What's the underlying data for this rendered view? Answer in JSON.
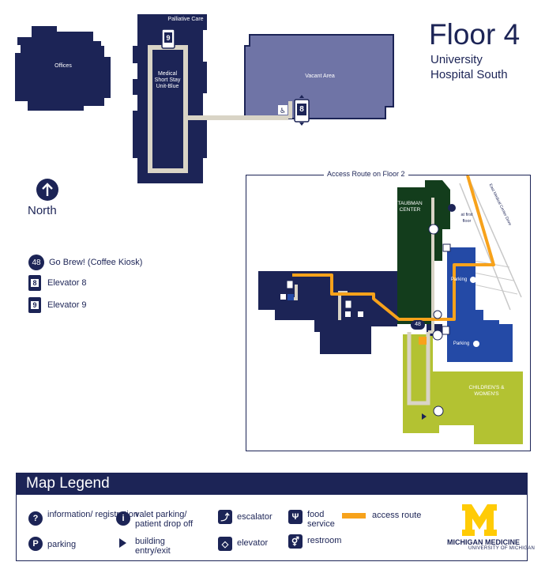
{
  "header": {
    "title": "Floor 4",
    "subtitle_line1": "University",
    "subtitle_line2": "Hospital South"
  },
  "floor_plan": {
    "labels": {
      "offices": "Offices",
      "palliative": "Palliative Care",
      "msu": "Medical Short Stay Unit-Blue",
      "vacant": "Vacant Area",
      "elev9": "9",
      "elev8": "8"
    }
  },
  "north": {
    "label": "North"
  },
  "key": {
    "coffee_number": "48",
    "coffee_label": "Go Brew! (Coffee Kiosk)",
    "elev8_number": "8",
    "elev8_label": "Elevator 8",
    "elev9_number": "9",
    "elev9_label": "Elevator 9"
  },
  "inset": {
    "title": "Access Route on Floor 2",
    "taubman": "TAUBMAN CENTER",
    "at_first_floor": "at first floor",
    "parking_1": "Parking",
    "parking_2": "Parking",
    "childrens": "CHILDREN'S & WOMEN'S",
    "street": "East Medical Center Drive",
    "kiosk": "48"
  },
  "legend": {
    "title": "Map Legend",
    "info": "information/ registration",
    "parking": "parking",
    "valet": "valet parking/ patient drop off",
    "entry": "building entry/exit",
    "escalator": "escalator",
    "elevator": "elevator",
    "food": "food service",
    "restroom": "restroom",
    "route": "access route"
  },
  "branding": {
    "name": "MICHIGAN MEDICINE",
    "sub": "UNIVERSITY OF MICHIGAN"
  },
  "colors": {
    "navy": "#1c2456",
    "vacant": "#6f74a6",
    "corridor": "#d9d4c6",
    "taubman_green": "#133d1c",
    "parking_blue": "#244aa6",
    "childrens_green": "#b3c232",
    "route_orange": "#f7a21b",
    "maize": "#ffcb05"
  }
}
